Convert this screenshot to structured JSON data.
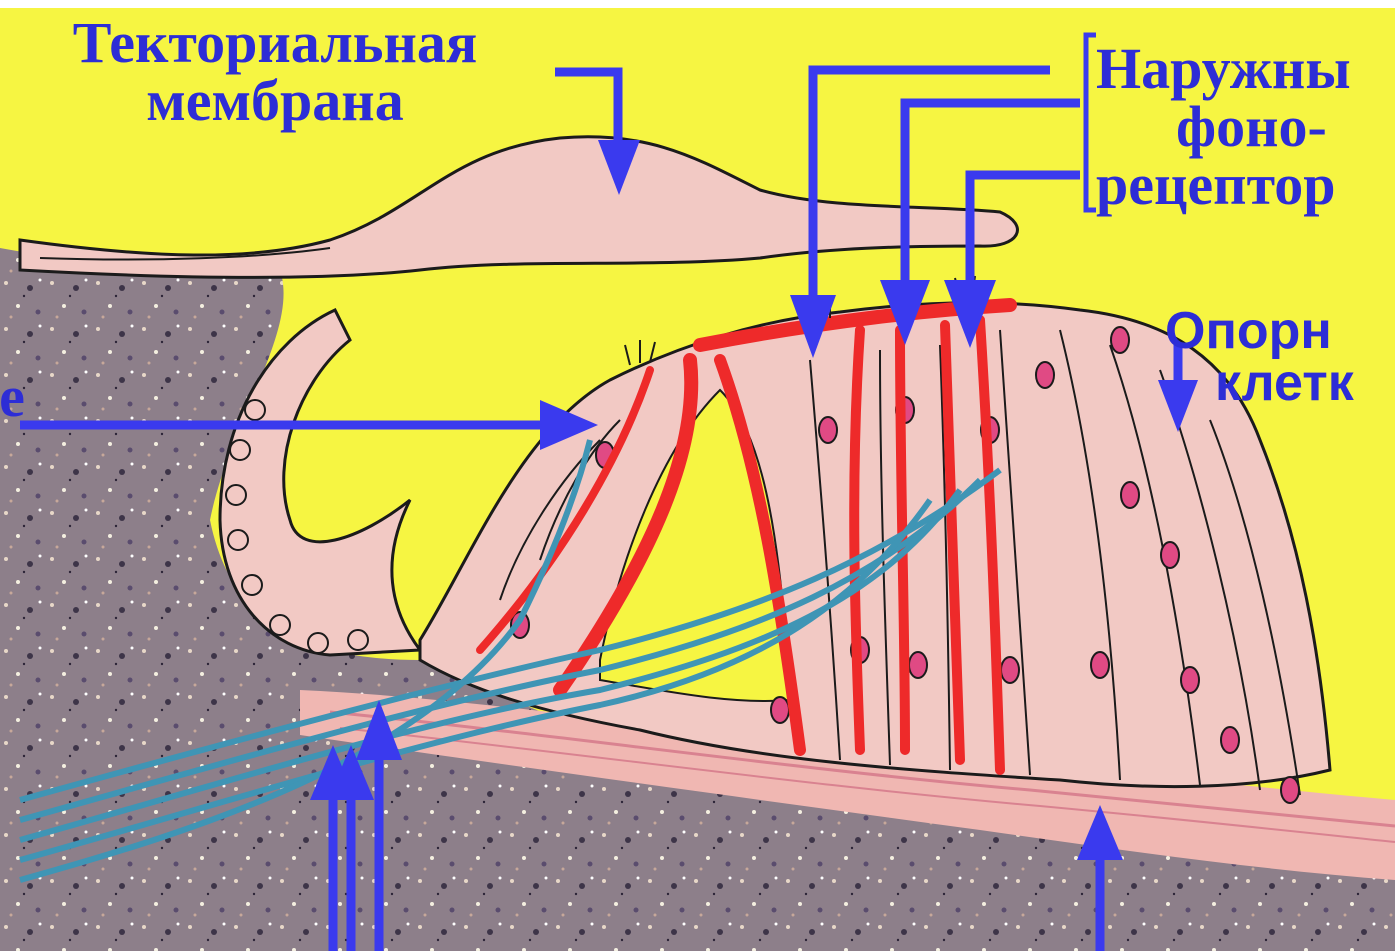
{
  "labels": {
    "tectorial": [
      "Текториальная",
      "мембрана"
    ],
    "outer": [
      "Наружны",
      "фоно-",
      "рецептор"
    ],
    "support": [
      "Опорн",
      "клетк"
    ],
    "inner_partial": "е"
  },
  "colors": {
    "background": "#f6f542",
    "label_text": "#2d2dd6",
    "arrow": "#3a3aee",
    "tissue_pink": "#f2c9c4",
    "vessel_red": "#ee2a2a",
    "nerve_blue": "#3f95b5",
    "bone": "#8a7a86"
  }
}
